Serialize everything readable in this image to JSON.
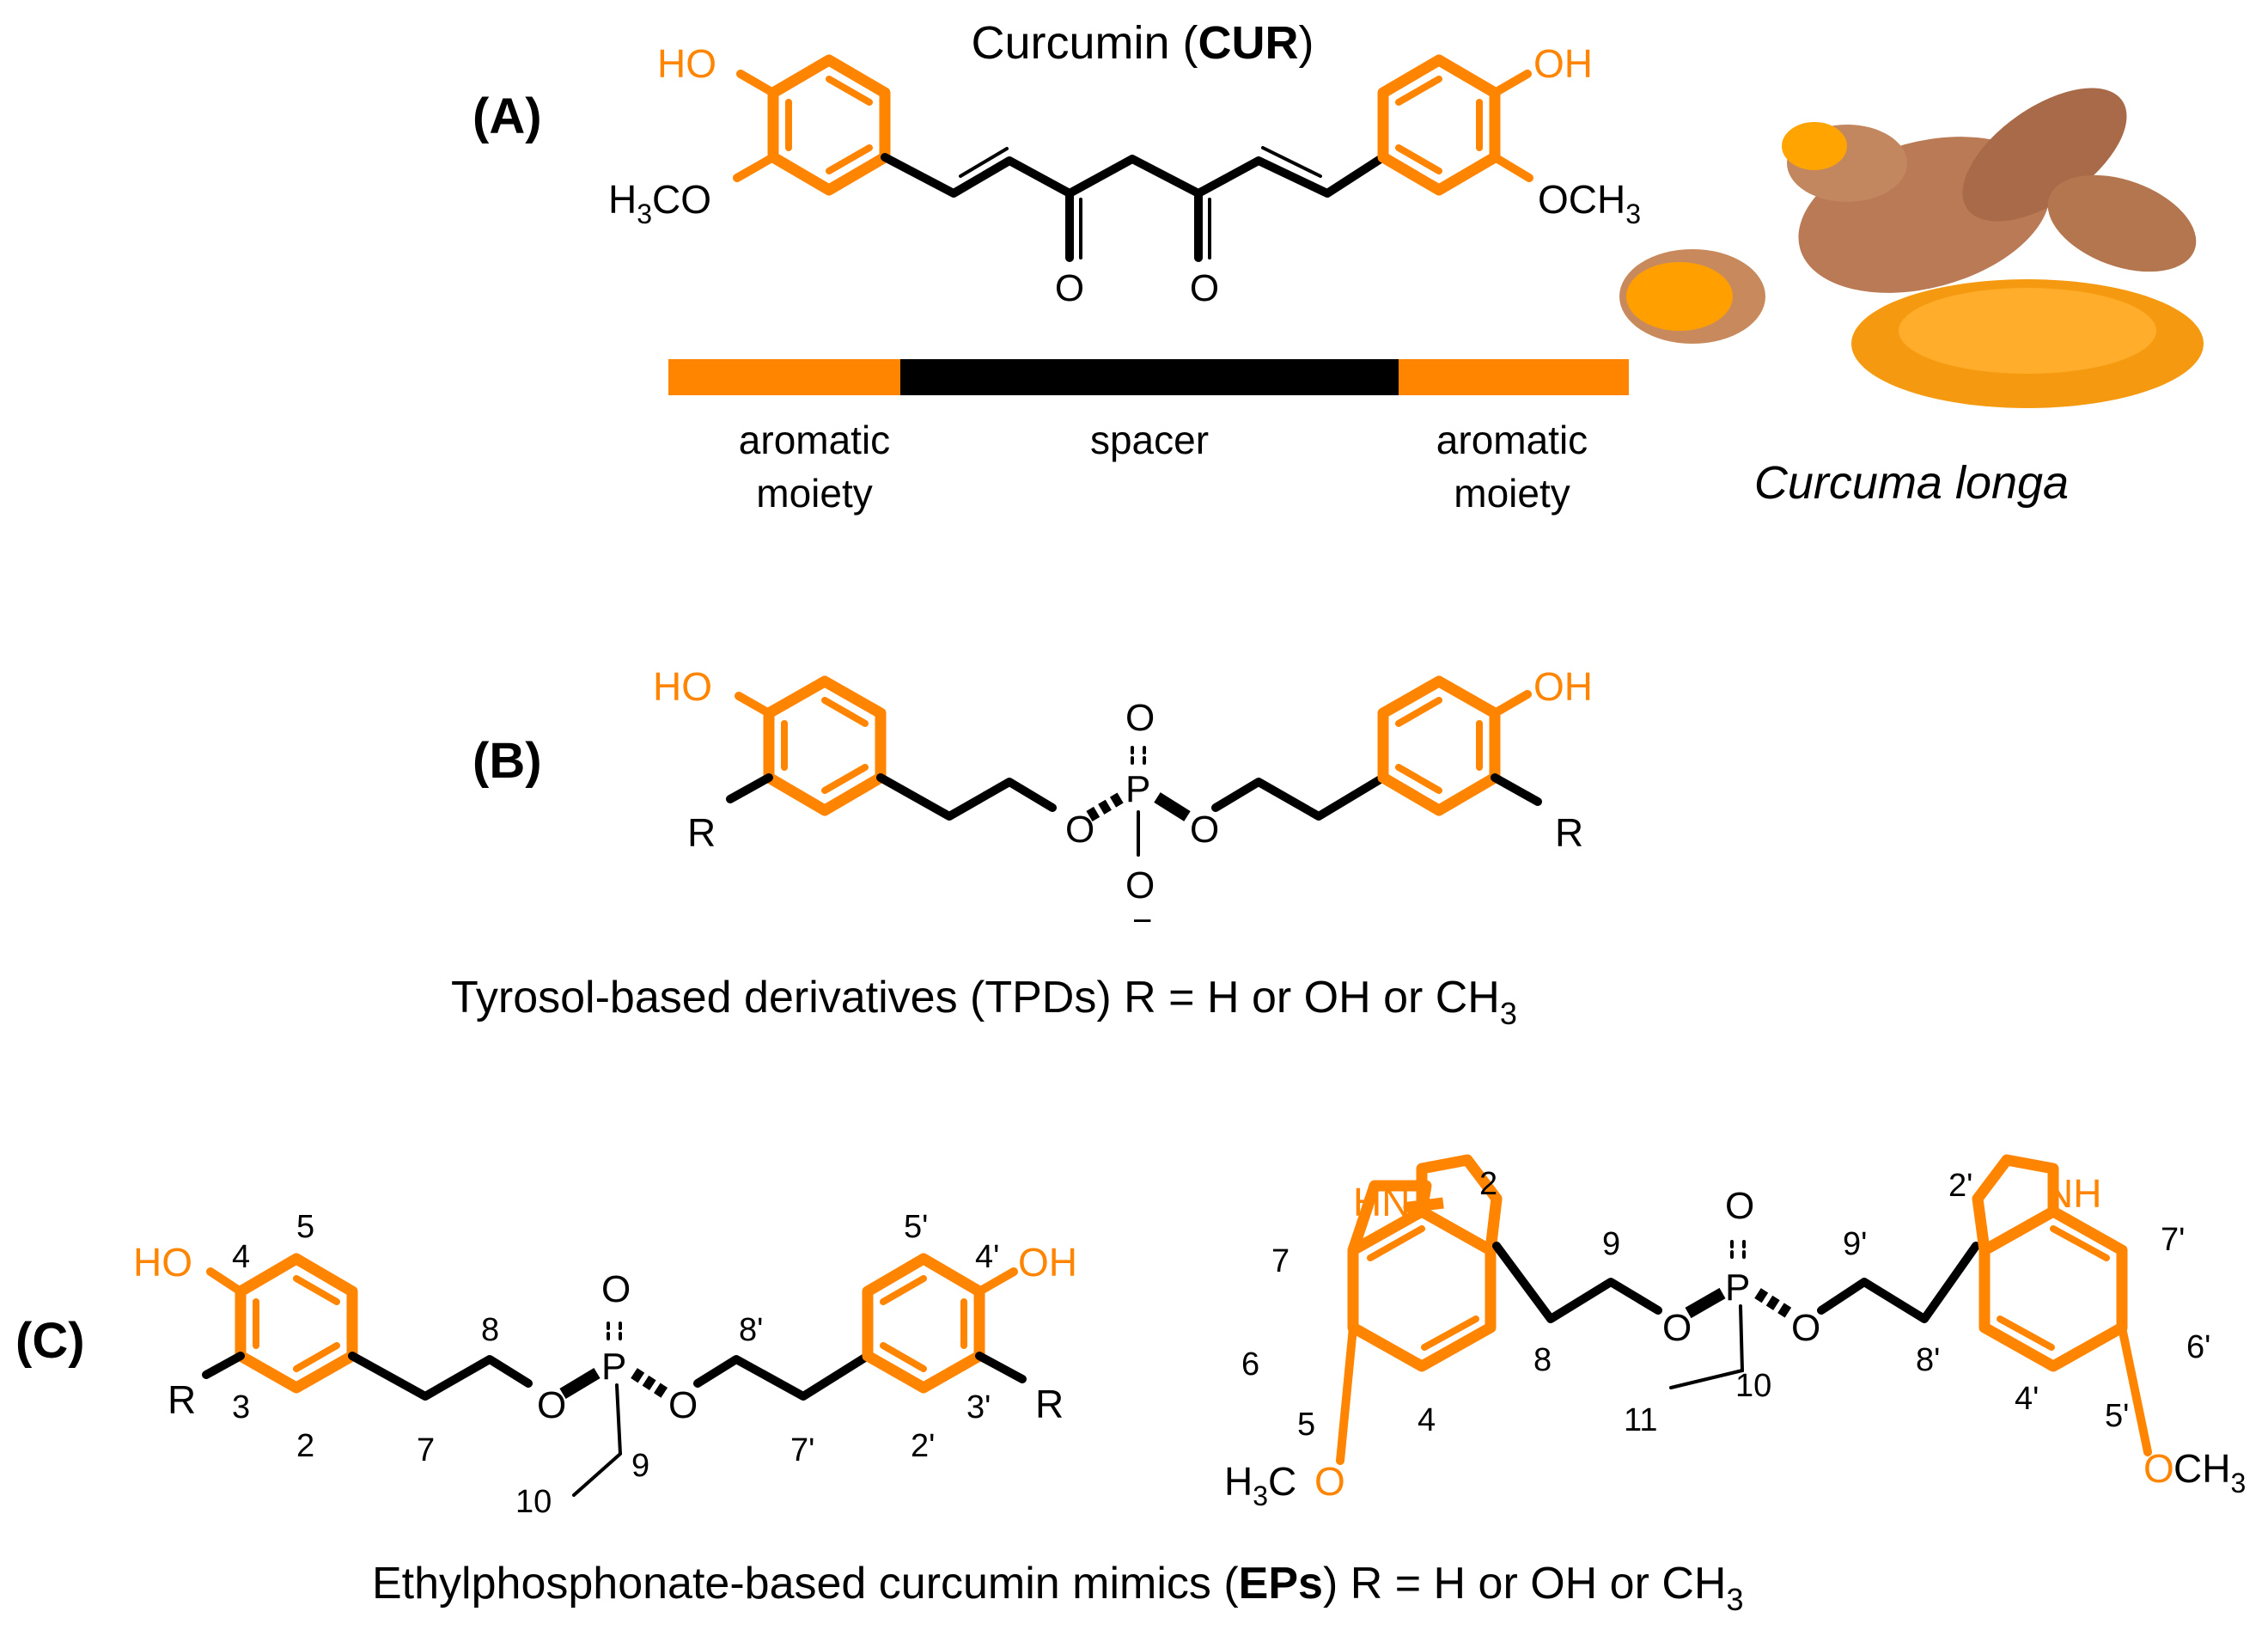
{
  "colors": {
    "aromatic": "#ff8400",
    "spacer": "#000000",
    "turmeric_skin": "#b97a55",
    "turmeric_flesh": "#ffa400"
  },
  "panelA": {
    "label": "(A)",
    "title_prefix": "Curcumin (",
    "title_bold": "CUR",
    "title_suffix": ")",
    "left_OH": "HO",
    "right_OH": "OH",
    "left_OMe": "H3CO",
    "right_OMe": "OCH3",
    "carbonyl_O1": "O",
    "carbonyl_O2": "O",
    "bar_left_label_1": "aromatic",
    "bar_left_label_2": "moiety",
    "bar_mid_label": "spacer",
    "bar_right_label_1": "aromatic",
    "bar_right_label_2": "moiety",
    "photo_icon": "turmeric-rhizome-photo",
    "photo_caption": "Curcuma longa"
  },
  "panelB": {
    "label": "(B)",
    "left_OH": "HO",
    "right_OH": "OH",
    "left_R": "R",
    "right_R": "R",
    "P": "P",
    "O_top": "O",
    "O_left": "O",
    "O_right": "O",
    "O_bottom": "O",
    "charge": "−",
    "caption_main": "Tyrosol-based derivatives (TPDs)  R = H or OH or CH",
    "caption_sub": "3"
  },
  "panelC": {
    "label": "(C)",
    "left": {
      "OH": "HO",
      "R_left": "R",
      "R_right": "R",
      "OH_right": "OH",
      "P": "P",
      "O_top": "O",
      "O_left": "O",
      "O_right": "O",
      "n4": "4",
      "n5": "5",
      "n3": "3",
      "n2": "2",
      "n8": "8",
      "n7": "7",
      "n9": "9",
      "n10": "10",
      "n5p": "5'",
      "n4p": "4'",
      "n8p": "8'",
      "n7p": "7'",
      "n2p": "2'",
      "n3p": "3'"
    },
    "right": {
      "NH_left": "HN",
      "NH_right": "NH",
      "P": "P",
      "O_top": "O",
      "O_left": "O",
      "O_right": "O",
      "OMe_left_O": "O",
      "OMe_left_H3C": "H3C",
      "OMe_right_O": "O",
      "OMe_right_CH3": "CH3",
      "n2": "2",
      "n7": "7",
      "n6": "6",
      "n5": "5",
      "n4": "4",
      "n9": "9",
      "n8": "8",
      "n11": "11",
      "n10": "10",
      "n9p": "9'",
      "n8p": "8'",
      "n2p": "2'",
      "n7p": "7'",
      "n6p": "6'",
      "n4p": "4'",
      "n5p": "5'"
    },
    "caption_prefix": "Ethylphosphonate-based curcumin mimics (",
    "caption_bold": "EPs",
    "caption_mid": ")  R = H or OH or CH",
    "caption_sub": "3"
  }
}
